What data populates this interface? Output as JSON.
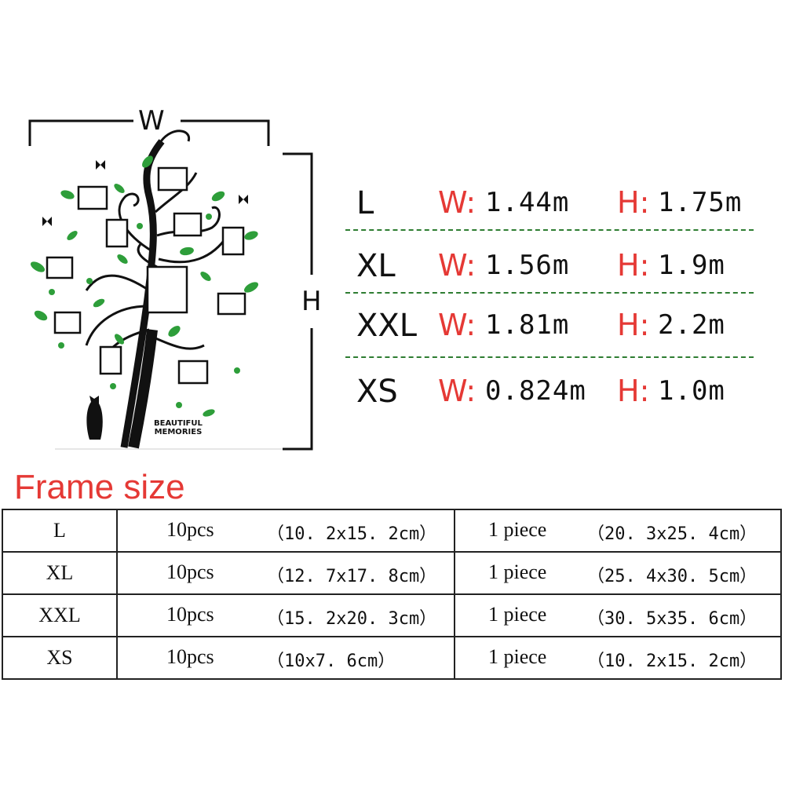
{
  "dimensions": {
    "width_label": "W",
    "height_label": "H"
  },
  "decal_text": {
    "line1": "BEAUTIFUL",
    "line2": "MEMORIES"
  },
  "sizes": [
    {
      "name": "L",
      "w_key": "W:",
      "w": "1.44m",
      "h_key": "H:",
      "h": "1.75m"
    },
    {
      "name": "XL",
      "w_key": "W:",
      "w": "1.56m",
      "h_key": "H:",
      "h": "1.9m"
    },
    {
      "name": "XXL",
      "w_key": "W:",
      "w": "1.81m",
      "h_key": "H:",
      "h": "2.2m"
    },
    {
      "name": "XS",
      "w_key": "W:",
      "w": "0.824m",
      "h_key": "H:",
      "h": "1.0m"
    }
  ],
  "frame_size": {
    "title": "Frame size",
    "rows": [
      {
        "size": "L",
        "qty": "10pcs",
        "small": "（10. 2x15. 2cm）",
        "big_qty": "1 piece",
        "big": "（20. 3x25. 4cm）"
      },
      {
        "size": "XL",
        "qty": "10pcs",
        "small": "（12. 7x17. 8cm）",
        "big_qty": "1 piece",
        "big": "（25. 4x30. 5cm）"
      },
      {
        "size": "XXL",
        "qty": "10pcs",
        "small": "（15. 2x20. 3cm）",
        "big_qty": "1 piece",
        "big": "（30. 5x35. 6cm）"
      },
      {
        "size": "XS",
        "qty": "10pcs",
        "small": "（10x7. 6cm）",
        "big_qty": "1 piece",
        "big": "（10. 2x15. 2cm）"
      }
    ]
  },
  "colors": {
    "accent_red": "#e53935",
    "leaf_green": "#2e9e3a",
    "divider_green": "#2e7d32"
  }
}
